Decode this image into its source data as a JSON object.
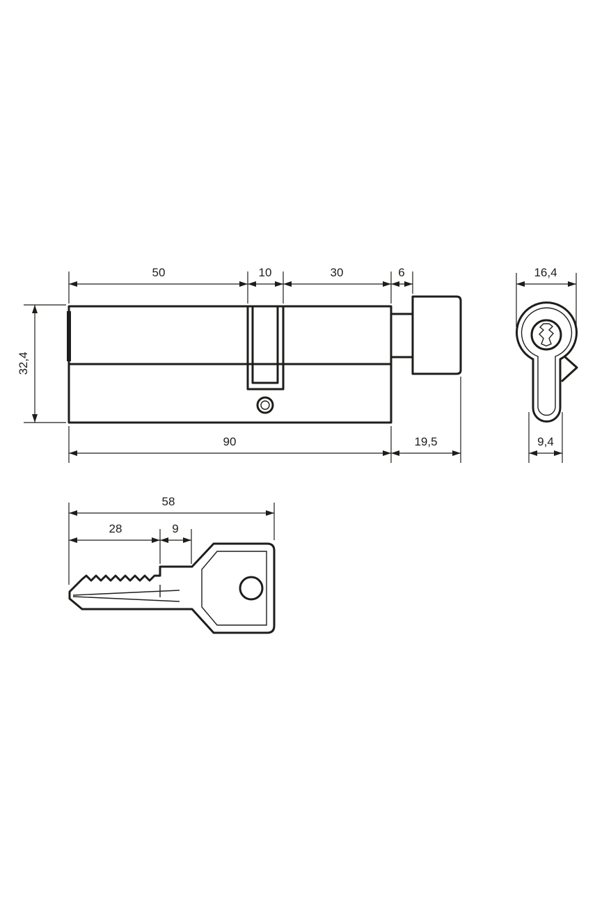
{
  "cylinder_dimensions": {
    "segment_left": "50",
    "segment_cam": "10",
    "segment_right": "30",
    "segment_gap": "6",
    "height": "32,4",
    "total_length": "90",
    "knob_length": "19,5"
  },
  "profile_dimensions": {
    "width_top": "16,4",
    "width_bottom": "9,4"
  },
  "key_dimensions": {
    "total_length": "58",
    "blade_length": "28",
    "shoulder_length": "9"
  }
}
